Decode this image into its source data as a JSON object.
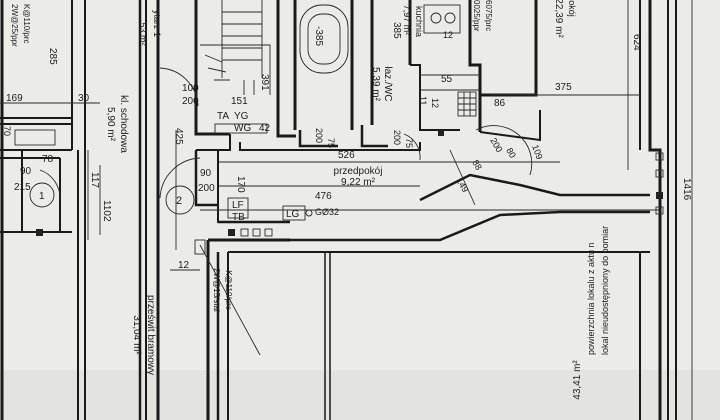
{
  "plan": {
    "rooms": {
      "stair_hall": {
        "name": "kl. schodowa",
        "area": "5,90 m²"
      },
      "bathroom": {
        "name": "łaz./WC",
        "area": "5,39 m²"
      },
      "hallway": {
        "name": "przedpokój",
        "area": "9,22 m²"
      },
      "gateway": {
        "name": "prześwit bramowy",
        "area": "31,04 m²"
      },
      "room_right": {
        "area": "22,39 m²"
      },
      "kitchen": {
        "area": "7,97 m²"
      },
      "pantry_top": {
        "area": ",53 m²"
      },
      "premises_note_1": "lokal nieudostępniony do pomiar",
      "premises_note_2": "powierzchnia lokalu z aktu n",
      "premises_area": "43,41 m²"
    },
    "fragments": {
      "pokoj": "pokój",
      "kuchnia": "kuchnia",
      "pantry_label": "ytarz 1",
      "top_left_code": "K@110/prc",
      "top_left_code2": "2W@25/ppr",
      "top_right_code": "6075/prc",
      "top_right_code2": "0025/ppr"
    },
    "dimensions": [
      "100",
      "200",
      "151",
      "391",
      "425",
      "75",
      "200",
      "385",
      "-385",
      "55",
      "12",
      "11",
      "12",
      "86",
      "375",
      "624",
      "1416",
      "526",
      "75",
      "200",
      "170",
      "476",
      "90",
      "200",
      "149",
      "88",
      "200",
      "80",
      "109",
      "117",
      "1102",
      "169",
      "30",
      "78",
      "90",
      "215",
      "70",
      "12"
    ],
    "tags": {
      "ta": "TA",
      "yg": "YG",
      "wg": "WG",
      "num42": "42",
      "lf": "LF",
      "tb": "TB",
      "lg": "LG",
      "g032": "GØ32",
      "circle1": "1",
      "circle2": "2",
      "riser_code": "K@110/prc",
      "riser_code2": "2W@15/stal",
      "top_num": "285"
    }
  }
}
